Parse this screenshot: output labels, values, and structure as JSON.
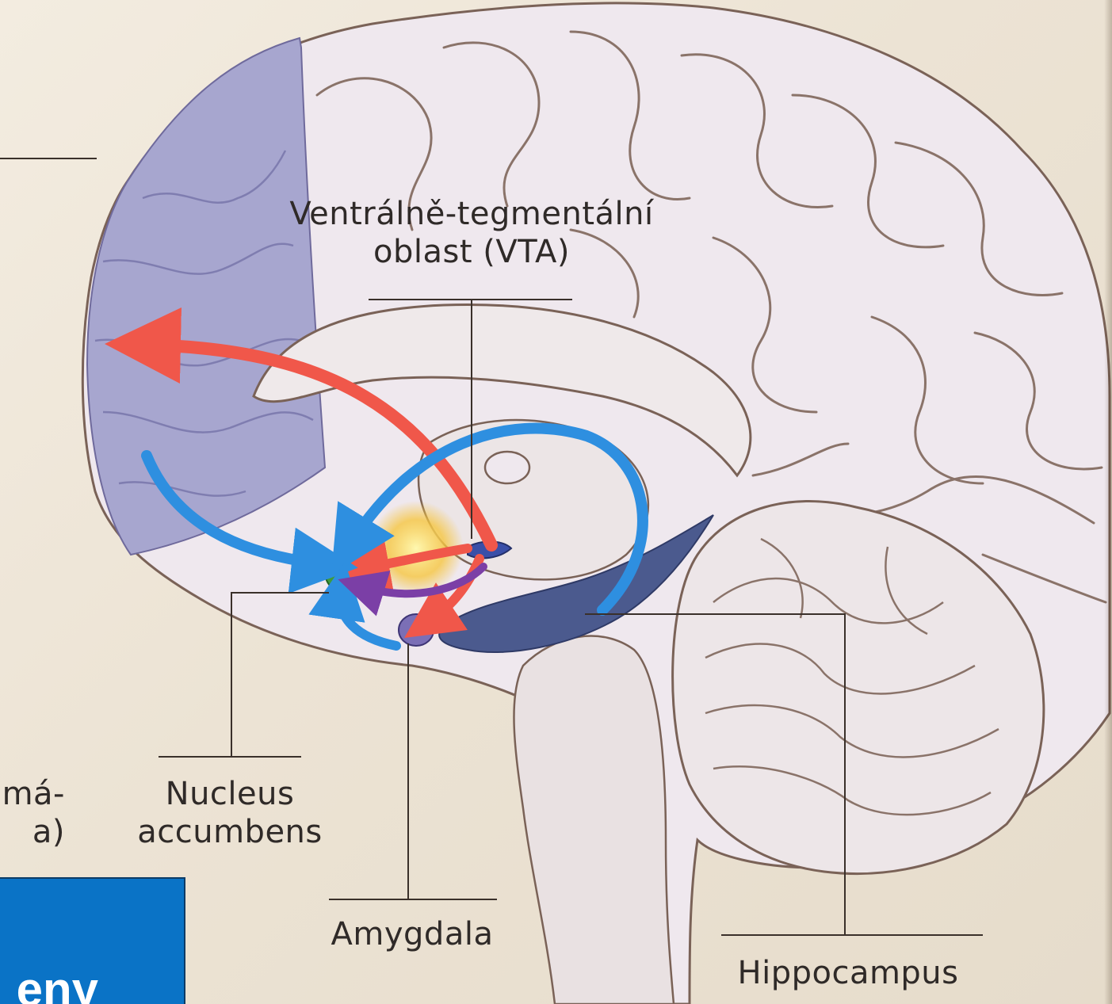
{
  "labels": {
    "vta_line1": "Ventrálně-tegmentální",
    "vta_line2": "oblast (VTA)",
    "nucleus_line1": "Nucleus",
    "nucleus_line2": "accumbens",
    "amygdala": "Amygdala",
    "hippocampus": "Hippocampus",
    "left_fragment_line1": "má-",
    "left_fragment_line2": "a)",
    "banner_text": "eny"
  },
  "colors": {
    "prefrontal_region": "#a7a6cf",
    "pathway_red": "#f0574a",
    "pathway_blue": "#2e8fe0",
    "pathway_purple": "#7b3fa6",
    "nucleus_accumbens": "#3f9b3a",
    "hippocampus": "#4b5a8e",
    "banner": "#0a73c6"
  }
}
